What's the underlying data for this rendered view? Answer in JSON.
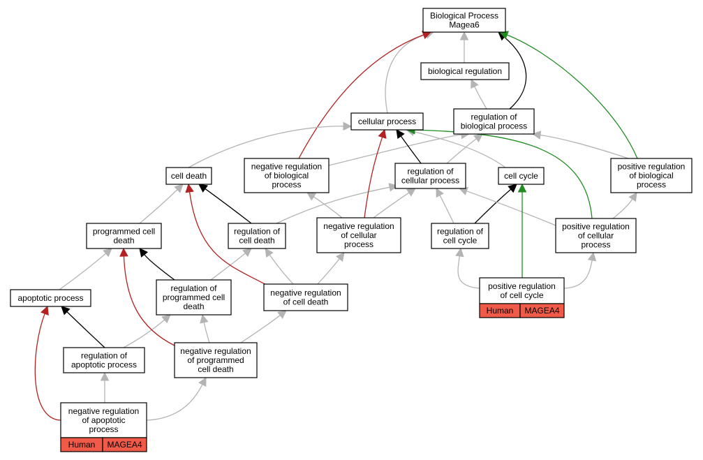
{
  "colors": {
    "is_a": "#b4b4b4",
    "part_of": "#000000",
    "negatively_regulates": "#b22222",
    "positively_regulates": "#228b22",
    "annotation_fill": "#f05a48"
  },
  "nodes": {
    "root": [
      "Biological Process",
      "Magea6"
    ],
    "biological_regulation": [
      "biological regulation"
    ],
    "cellular_process": [
      "cellular process"
    ],
    "regulation_of_biological_process": [
      "regulation of",
      "biological process"
    ],
    "cell_death": [
      "cell death"
    ],
    "negative_regulation_of_biological_process": [
      "negative regulation",
      "of biological",
      "process"
    ],
    "regulation_of_cellular_process": [
      "regulation of",
      "cellular process"
    ],
    "cell_cycle": [
      "cell cycle"
    ],
    "positive_regulation_of_biological_process": [
      "positive regulation",
      "of biological",
      "process"
    ],
    "programmed_cell_death": [
      "programmed cell",
      "death"
    ],
    "regulation_of_cell_death": [
      "regulation of",
      "cell death"
    ],
    "negative_regulation_of_cellular_process": [
      "negative regulation",
      "of cellular",
      "process"
    ],
    "regulation_of_cell_cycle": [
      "regulation of",
      "cell cycle"
    ],
    "positive_regulation_of_cellular_process": [
      "positive regulation",
      "of cellular",
      "process"
    ],
    "apoptotic_process": [
      "apoptotic process"
    ],
    "regulation_of_programmed_cell_death": [
      "regulation of",
      "programmed cell",
      "death"
    ],
    "negative_regulation_of_cell_death": [
      "negative regulation",
      "of cell death"
    ],
    "positive_regulation_of_cell_cycle": [
      "positive regulation",
      "of cell cycle"
    ],
    "regulation_of_apoptotic_process": [
      "regulation of",
      "apoptotic process"
    ],
    "negative_regulation_of_programmed_cell_death": [
      "negative regulation",
      "of programmed",
      "cell death"
    ],
    "negative_regulation_of_apoptotic_process": [
      "negative regulation",
      "of apoptotic",
      "process"
    ]
  },
  "annotations": {
    "positive_regulation_of_cell_cycle": [
      "Human",
      "MAGEA4"
    ],
    "negative_regulation_of_apoptotic_process": [
      "Human",
      "MAGEA4"
    ]
  },
  "edges": [
    {
      "from": "biological_regulation",
      "to": "root",
      "type": "is_a"
    },
    {
      "from": "cellular_process",
      "to": "root",
      "type": "is_a"
    },
    {
      "from": "regulation_of_biological_process",
      "to": "biological_regulation",
      "type": "is_a"
    },
    {
      "from": "regulation_of_biological_process",
      "to": "root",
      "type": "part_of"
    },
    {
      "from": "negative_regulation_of_biological_process",
      "to": "root",
      "type": "negatively_regulates"
    },
    {
      "from": "positive_regulation_of_biological_process",
      "to": "root",
      "type": "positively_regulates"
    },
    {
      "from": "cell_death",
      "to": "cellular_process",
      "type": "is_a"
    },
    {
      "from": "negative_regulation_of_biological_process",
      "to": "regulation_of_biological_process",
      "type": "is_a"
    },
    {
      "from": "regulation_of_cellular_process",
      "to": "regulation_of_biological_process",
      "type": "is_a"
    },
    {
      "from": "regulation_of_cellular_process",
      "to": "cellular_process",
      "type": "part_of"
    },
    {
      "from": "cell_cycle",
      "to": "cellular_process",
      "type": "is_a"
    },
    {
      "from": "positive_regulation_of_biological_process",
      "to": "regulation_of_biological_process",
      "type": "is_a"
    },
    {
      "from": "programmed_cell_death",
      "to": "cell_death",
      "type": "is_a"
    },
    {
      "from": "regulation_of_cell_death",
      "to": "cell_death",
      "type": "part_of"
    },
    {
      "from": "regulation_of_cell_death",
      "to": "regulation_of_cellular_process",
      "type": "is_a"
    },
    {
      "from": "negative_regulation_of_cellular_process",
      "to": "negative_regulation_of_biological_process",
      "type": "is_a"
    },
    {
      "from": "negative_regulation_of_cellular_process",
      "to": "regulation_of_cellular_process",
      "type": "is_a"
    },
    {
      "from": "negative_regulation_of_cellular_process",
      "to": "cellular_process",
      "type": "negatively_regulates"
    },
    {
      "from": "regulation_of_cell_cycle",
      "to": "regulation_of_cellular_process",
      "type": "is_a"
    },
    {
      "from": "regulation_of_cell_cycle",
      "to": "cell_cycle",
      "type": "part_of"
    },
    {
      "from": "positive_regulation_of_cellular_process",
      "to": "regulation_of_cellular_process",
      "type": "is_a"
    },
    {
      "from": "positive_regulation_of_cellular_process",
      "to": "positive_regulation_of_biological_process",
      "type": "is_a"
    },
    {
      "from": "positive_regulation_of_cellular_process",
      "to": "cellular_process",
      "type": "positively_regulates"
    },
    {
      "from": "apoptotic_process",
      "to": "programmed_cell_death",
      "type": "is_a"
    },
    {
      "from": "regulation_of_programmed_cell_death",
      "to": "programmed_cell_death",
      "type": "part_of"
    },
    {
      "from": "regulation_of_programmed_cell_death",
      "to": "regulation_of_cell_death",
      "type": "is_a"
    },
    {
      "from": "negative_regulation_of_cell_death",
      "to": "regulation_of_cell_death",
      "type": "is_a"
    },
    {
      "from": "negative_regulation_of_cell_death",
      "to": "negative_regulation_of_cellular_process",
      "type": "is_a"
    },
    {
      "from": "negative_regulation_of_cell_death",
      "to": "cell_death",
      "type": "negatively_regulates"
    },
    {
      "from": "positive_regulation_of_cell_cycle",
      "to": "regulation_of_cell_cycle",
      "type": "is_a"
    },
    {
      "from": "positive_regulation_of_cell_cycle",
      "to": "positive_regulation_of_cellular_process",
      "type": "is_a"
    },
    {
      "from": "positive_regulation_of_cell_cycle",
      "to": "cell_cycle",
      "type": "positively_regulates"
    },
    {
      "from": "regulation_of_apoptotic_process",
      "to": "apoptotic_process",
      "type": "part_of"
    },
    {
      "from": "regulation_of_apoptotic_process",
      "to": "regulation_of_programmed_cell_death",
      "type": "is_a"
    },
    {
      "from": "negative_regulation_of_programmed_cell_death",
      "to": "regulation_of_programmed_cell_death",
      "type": "is_a"
    },
    {
      "from": "negative_regulation_of_programmed_cell_death",
      "to": "negative_regulation_of_cell_death",
      "type": "is_a"
    },
    {
      "from": "negative_regulation_of_programmed_cell_death",
      "to": "programmed_cell_death",
      "type": "negatively_regulates"
    },
    {
      "from": "negative_regulation_of_apoptotic_process",
      "to": "regulation_of_apoptotic_process",
      "type": "is_a"
    },
    {
      "from": "negative_regulation_of_apoptotic_process",
      "to": "negative_regulation_of_programmed_cell_death",
      "type": "is_a"
    },
    {
      "from": "negative_regulation_of_apoptotic_process",
      "to": "apoptotic_process",
      "type": "negatively_regulates"
    }
  ]
}
